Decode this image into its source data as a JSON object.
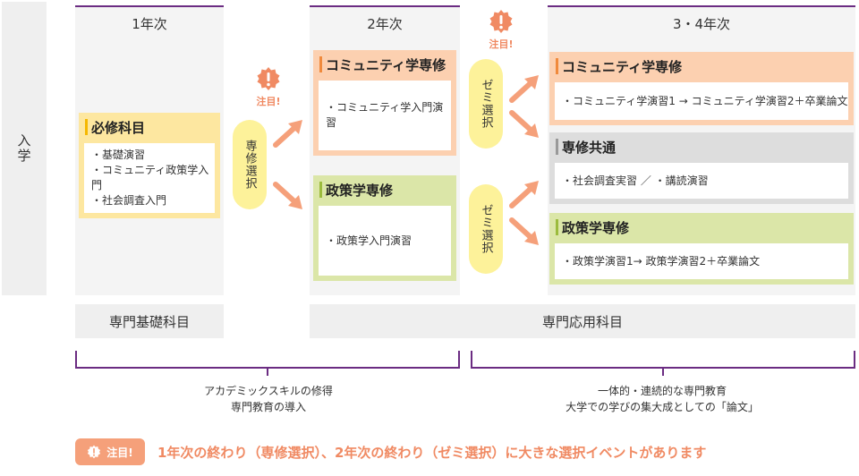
{
  "entry": "入学",
  "years": {
    "y1": "1年次",
    "y2": "2年次",
    "y34": "3・4年次"
  },
  "attention_label": "注目!",
  "switch": {
    "senshu": "専修選択",
    "zemi": "ゼミ選択"
  },
  "boxes": {
    "required": {
      "title": "必修科目",
      "items": [
        "・基礎演習",
        "・コミュニティ政策学入門",
        "・社会調査入門"
      ]
    },
    "community2": {
      "title": "コミュニティ学専修",
      "items": [
        "・コミュニティ学入門演習"
      ]
    },
    "policy2": {
      "title": "政策学専修",
      "items": [
        "・政策学入門演習"
      ]
    },
    "community34": {
      "title": "コミュニティ学専修",
      "items": [
        "・コミュニティ学演習1 → コミュニティ学演習2＋卒業論文"
      ]
    },
    "common34": {
      "title": "専修共通",
      "items": [
        "・社会調査実習 ／ ・講読演習"
      ]
    },
    "policy34": {
      "title": "政策学専修",
      "items": [
        "・政策学演習1→ 政策学演習2＋卒業論文"
      ]
    }
  },
  "bottom": {
    "basic": "専門基礎科目",
    "applied": "専門応用科目"
  },
  "captions": {
    "left": [
      "アカデミックスキルの修得",
      "専門教育の導入"
    ],
    "right": [
      "一体的・連続的な専門教育",
      "大学での学びの集大成としての「論文」"
    ]
  },
  "note": {
    "badge": "注目!",
    "text": "1年次の終わり（専修選択）、2年次の終わり（ゼミ選択）に大きな選択イベントがあります"
  },
  "colors": {
    "purple": "#6b2c82",
    "orange": "#f08a63",
    "arrow": "#f5a07a",
    "yellow_box": "#fde7a0",
    "yellow_bar": "#f5b800",
    "orange_box": "#fcd0b0",
    "orange_bar": "#f08a3c",
    "green_box": "#dbe6a8",
    "green_bar": "#9bbb3c",
    "gray_box": "#dddddd",
    "gray_bar": "#999999",
    "pill": "#fdf29a"
  }
}
